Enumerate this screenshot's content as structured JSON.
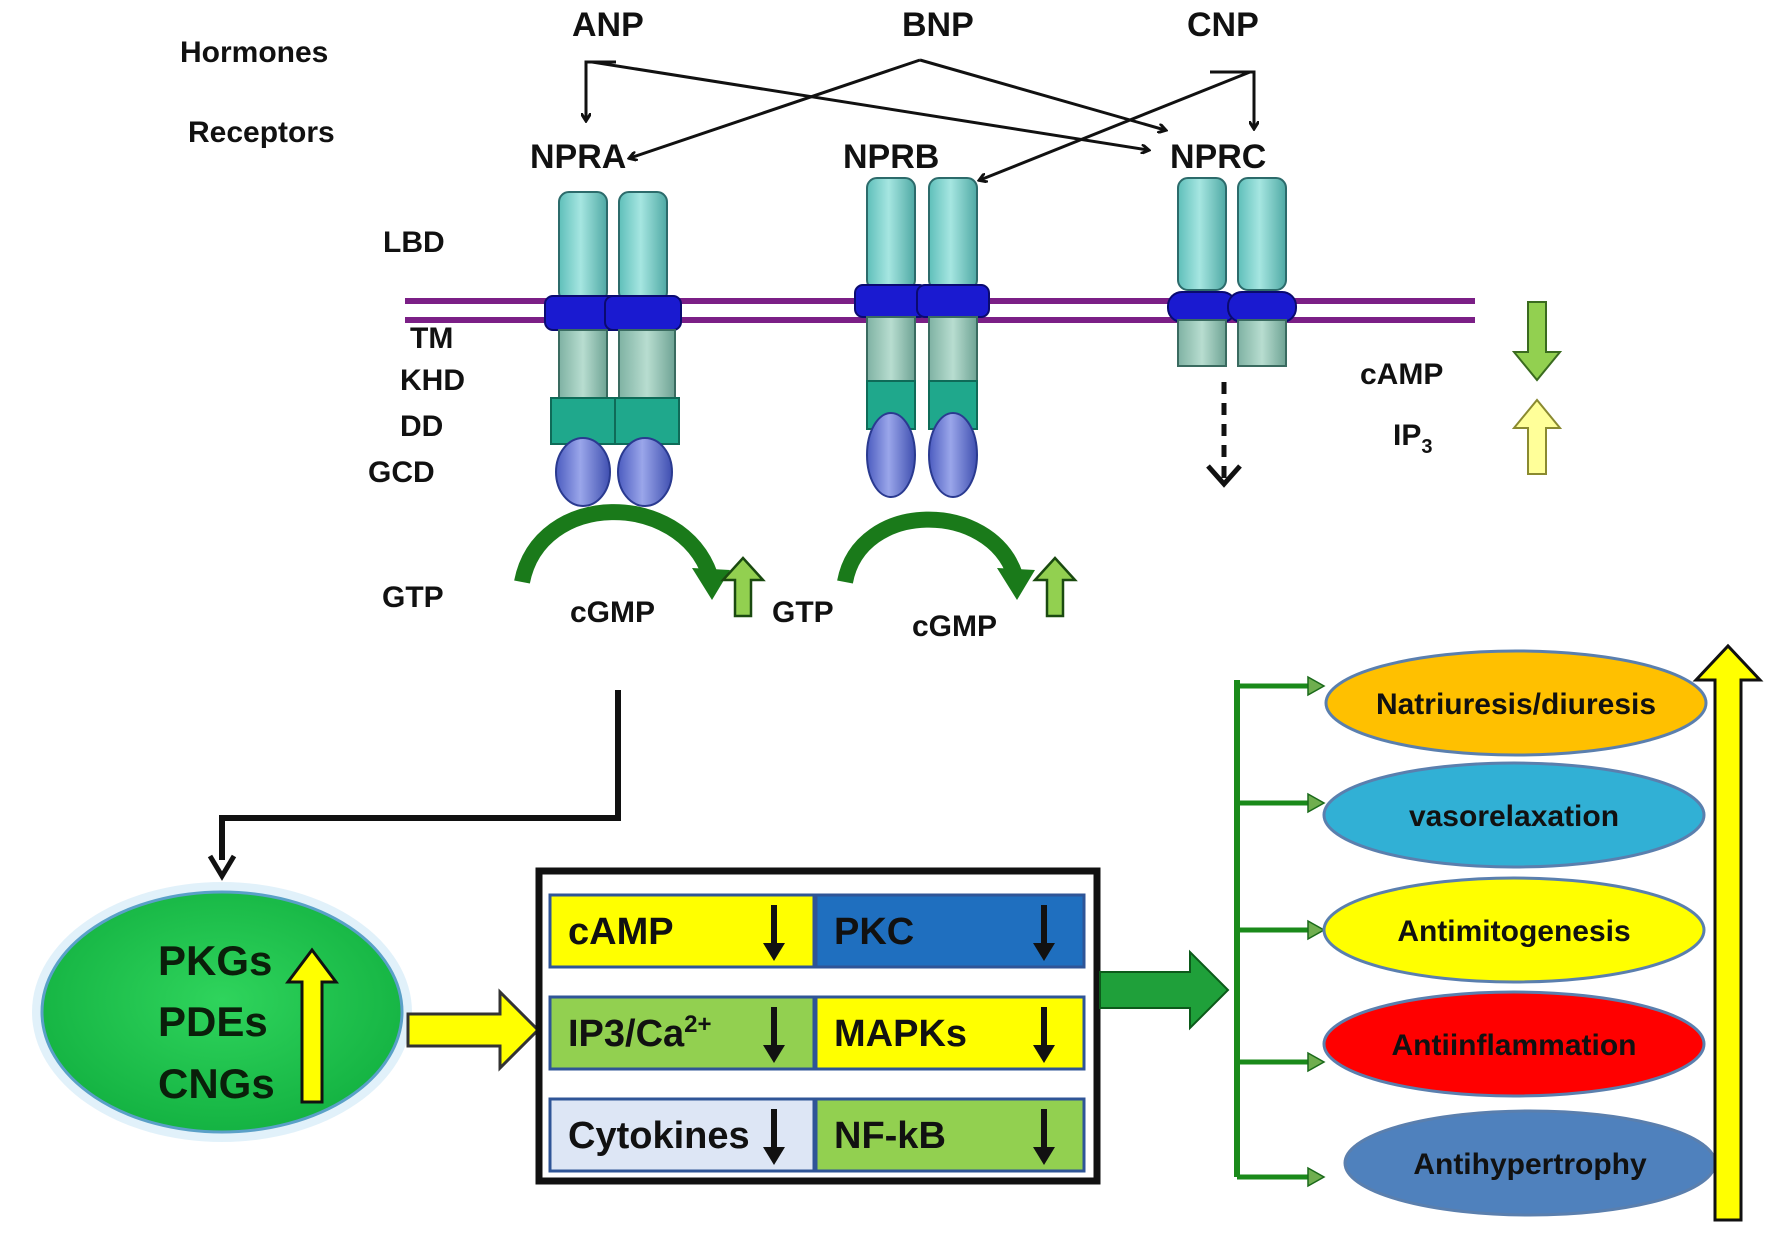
{
  "hormones_row": {
    "label": "Hormones",
    "items": [
      "ANP",
      "BNP",
      "CNP"
    ]
  },
  "receptors_row": {
    "label": "Receptors",
    "items": [
      "NPRA",
      "NPRB",
      "NPRC"
    ]
  },
  "domain_labels": {
    "lbd": "LBD",
    "tm": "TM",
    "khd": "KHD",
    "dd": "DD",
    "gcd": "GCD"
  },
  "reactions": {
    "npra_substrate": "GTP",
    "npra_product": "cGMP",
    "nprb_substrate": "GTP",
    "nprb_product": "cGMP"
  },
  "nprc_effects": {
    "camp": {
      "main": "cAMP",
      "direction": "down"
    },
    "ip3": {
      "main": "IP",
      "sub": "3",
      "direction": "up"
    }
  },
  "effectors": {
    "items": [
      "PKGs",
      "PDEs",
      "CNGs"
    ],
    "direction": "up"
  },
  "signaling_grid": [
    {
      "label": "cAMP",
      "direction": "down",
      "fill": "#ffff00"
    },
    {
      "label": "PKC",
      "direction": "down",
      "fill": "#1f6fbf"
    },
    {
      "label": "IP3/Ca",
      "sup": "2+",
      "direction": "down",
      "fill": "#92d050"
    },
    {
      "label": "MAPKs",
      "direction": "down",
      "fill": "#ffff00"
    },
    {
      "label": "Cytokines",
      "direction": "down",
      "fill": "#dde6f5"
    },
    {
      "label": "NF-kB",
      "direction": "down",
      "fill": "#92d050"
    }
  ],
  "outcomes": [
    {
      "label": "Natriuresis/diuresis",
      "fill": "#ffc000"
    },
    {
      "label": "vasorelaxation",
      "fill": "#31b0d5"
    },
    {
      "label": "Antimitogenesis",
      "fill": "#ffff00"
    },
    {
      "label": "Antiinflammation",
      "fill": "#ff0000"
    },
    {
      "label": "Antihypertrophy",
      "fill": "#4f81bd"
    }
  ],
  "colors": {
    "membrane": "#7b1f86",
    "receptor_top": "#7fd6d1",
    "tm_band": "#1a1ad0",
    "khd": "#93c8b8",
    "dd": "#1fa88c",
    "gcd": "#6f7fd6",
    "arrow_green": "#1a7a1a",
    "light_green_arrow": "#92d050",
    "light_yellow_arrow": "#ffff99",
    "yellow_arrow": "#ffff00",
    "effector_oval": "#1cc44c"
  }
}
